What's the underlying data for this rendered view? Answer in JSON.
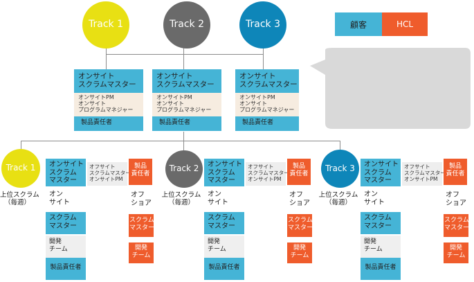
{
  "legend": {
    "customer": "顧客",
    "hcl": "HCL"
  },
  "colors": {
    "track1": "#e8e013",
    "track2": "#6a6a6a",
    "track3": "#0e86b9",
    "onsite_blue": "#45b4d6",
    "beige": "#f6ece0",
    "hcl_orange": "#ef5c2c",
    "bubble": "#d9d9d9"
  },
  "top": {
    "tracks": [
      {
        "name": "Track 1",
        "head": "オンサイト\nスクラムマスター",
        "roles": "オンサイトPM\nオンサイト\nプログラムマネジャー",
        "owner": "製品責任者"
      },
      {
        "name": "Track 2",
        "head": "オンサイト\nスクラムマスター",
        "roles": "オンサイトPM\nオンサイト\nプログラムマネジャー",
        "owner": "製品責任者"
      },
      {
        "name": "Track 3",
        "head": "オンサイト\nスクラムマスター",
        "roles": "オンサイトPM\nオンサイト\nプログラムマネジャー",
        "owner": "製品責任者"
      }
    ]
  },
  "bottom": {
    "tracks": [
      {
        "name": "Track 1",
        "caption": "上位スクラム\n（毎週）",
        "onsite_head": "オンサイト\nスクラム\nマスター",
        "onsite": "オン\nサイト",
        "scrum_master": "スクラム\nマスター",
        "dev_team": "開発\nチーム",
        "owner": "製品責任者",
        "offsite_note": "オフサイト\nスクラムマスター\nオンサイトPM",
        "hcl_owner": "製品\n責任者",
        "offshore": "オフ\nショア",
        "hcl_scrum_master": "スクラム\nマスター",
        "hcl_dev_team": "開発\nチーム"
      },
      {
        "name": "Track 2",
        "caption": "上位スクラム\n（毎週）",
        "onsite_head": "オンサイト\nスクラム\nマスター",
        "onsite": "オン\nサイト",
        "scrum_master": "スクラム\nマスター",
        "dev_team": "開発\nチーム",
        "owner": "製品責任者",
        "offsite_note": "オフサイト\nスクラムマスター\nオンサイトPM",
        "hcl_owner": "製品\n責任者",
        "offshore": "オフ\nショア",
        "hcl_scrum_master": "スクラム\nマスター",
        "hcl_dev_team": "開発\nチーム"
      },
      {
        "name": "Track 3",
        "caption": "上位スクラム\n（毎週）",
        "onsite_head": "オンサイト\nスクラム\nマスター",
        "onsite": "オン\nサイト",
        "scrum_master": "スクラム\nマスター",
        "dev_team": "開発\nチーム",
        "owner": "製品責任者",
        "offsite_note": "オフサイト\nスクラムマスター\nオンサイトPM",
        "hcl_owner": "製品\n責任者",
        "offshore": "オフ\nショア",
        "hcl_scrum_master": "スクラム\nマスター",
        "hcl_dev_team": "開発\nチーム"
      }
    ]
  }
}
